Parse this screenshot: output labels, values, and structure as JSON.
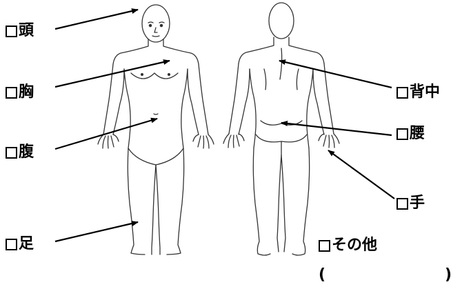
{
  "labels": {
    "head": "頭",
    "chest": "胸",
    "abdomen": "腹",
    "foot": "足",
    "back": "背中",
    "waist": "腰",
    "hand": "手",
    "other": "その他"
  },
  "other_field": {
    "open": "(",
    "close": ")"
  },
  "colors": {
    "line": "#000000",
    "body_outline": "#333333",
    "background": "#ffffff"
  },
  "icons": [
    "checkbox-icon",
    "arrow-icon",
    "front-body-figure",
    "back-body-figure"
  ]
}
